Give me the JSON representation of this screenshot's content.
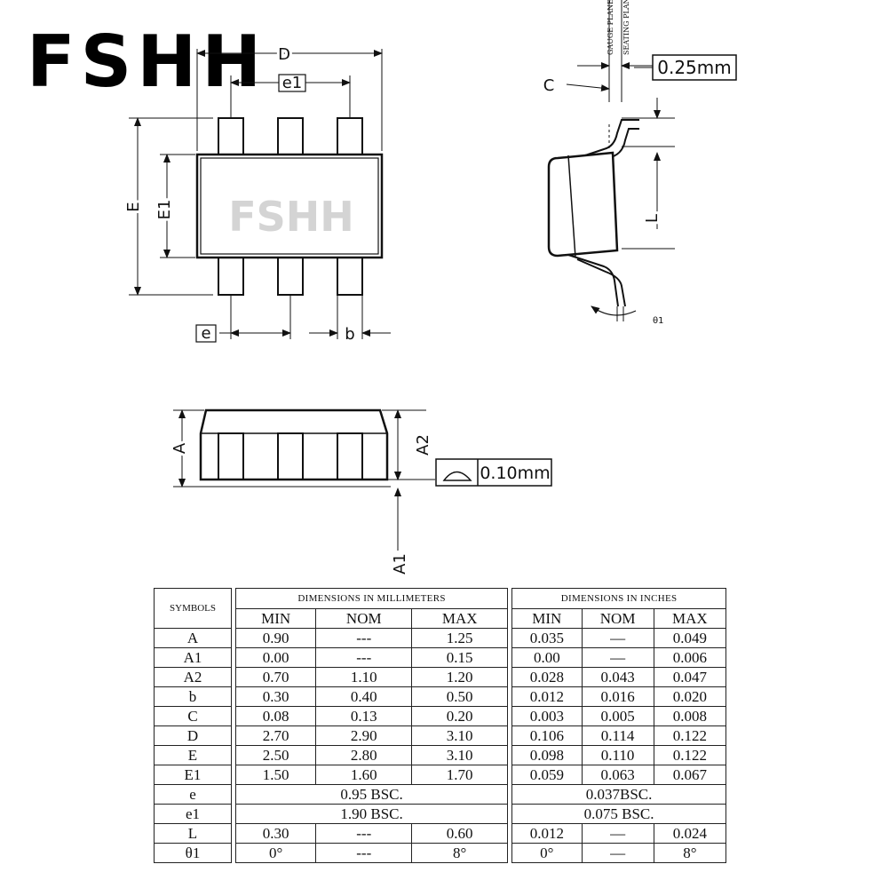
{
  "brand": "FSHH",
  "watermark": "FSHH",
  "top_view": {
    "labels": {
      "D": "D",
      "e1": "e1",
      "E": "E",
      "E1": "E1",
      "e": "e",
      "b": "b"
    }
  },
  "side_view": {
    "labels": {
      "C": "C",
      "L": "L",
      "theta1": "θ1",
      "gauge": "GAUGE PLANE",
      "seating": "SEATING PLANE"
    },
    "callout": "0.25mm"
  },
  "front_view": {
    "labels": {
      "A": "A",
      "A2": "A2",
      "A1": "A1"
    },
    "callout": "0.10mm"
  },
  "table": {
    "symbols_header": "SYMBOLS",
    "mm_header": "DIMENSIONS IN MILLIMETERS",
    "in_header": "DIMENSIONS IN INCHES",
    "cols": [
      "MIN",
      "NOM",
      "MAX"
    ],
    "rows": [
      {
        "sym": "A",
        "mm": [
          "0.90",
          "---",
          "1.25"
        ],
        "in": [
          "0.035",
          "—",
          "0.049"
        ]
      },
      {
        "sym": "A1",
        "mm": [
          "0.00",
          "---",
          "0.15"
        ],
        "in": [
          "0.00",
          "—",
          "0.006"
        ]
      },
      {
        "sym": "A2",
        "mm": [
          "0.70",
          "1.10",
          "1.20"
        ],
        "in": [
          "0.028",
          "0.043",
          "0.047"
        ]
      },
      {
        "sym": "b",
        "mm": [
          "0.30",
          "0.40",
          "0.50"
        ],
        "in": [
          "0.012",
          "0.016",
          "0.020"
        ]
      },
      {
        "sym": "C",
        "mm": [
          "0.08",
          "0.13",
          "0.20"
        ],
        "in": [
          "0.003",
          "0.005",
          "0.008"
        ]
      },
      {
        "sym": "D",
        "mm": [
          "2.70",
          "2.90",
          "3.10"
        ],
        "in": [
          "0.106",
          "0.114",
          "0.122"
        ]
      },
      {
        "sym": "E",
        "mm": [
          "2.50",
          "2.80",
          "3.10"
        ],
        "in": [
          "0.098",
          "0.110",
          "0.122"
        ]
      },
      {
        "sym": "E1",
        "mm": [
          "1.50",
          "1.60",
          "1.70"
        ],
        "in": [
          "0.059",
          "0.063",
          "0.067"
        ]
      },
      {
        "sym": "e",
        "mm_span": "0.95 BSC.",
        "in_span": "0.037BSC."
      },
      {
        "sym": "e1",
        "mm_span": "1.90 BSC.",
        "in_span": "0.075 BSC."
      },
      {
        "sym": "L",
        "mm": [
          "0.30",
          "---",
          "0.60"
        ],
        "in": [
          "0.012",
          "—",
          "0.024"
        ]
      },
      {
        "sym": "θ1",
        "mm": [
          "0°",
          "---",
          "8°"
        ],
        "in": [
          "0°",
          "—",
          "8°"
        ]
      }
    ]
  }
}
